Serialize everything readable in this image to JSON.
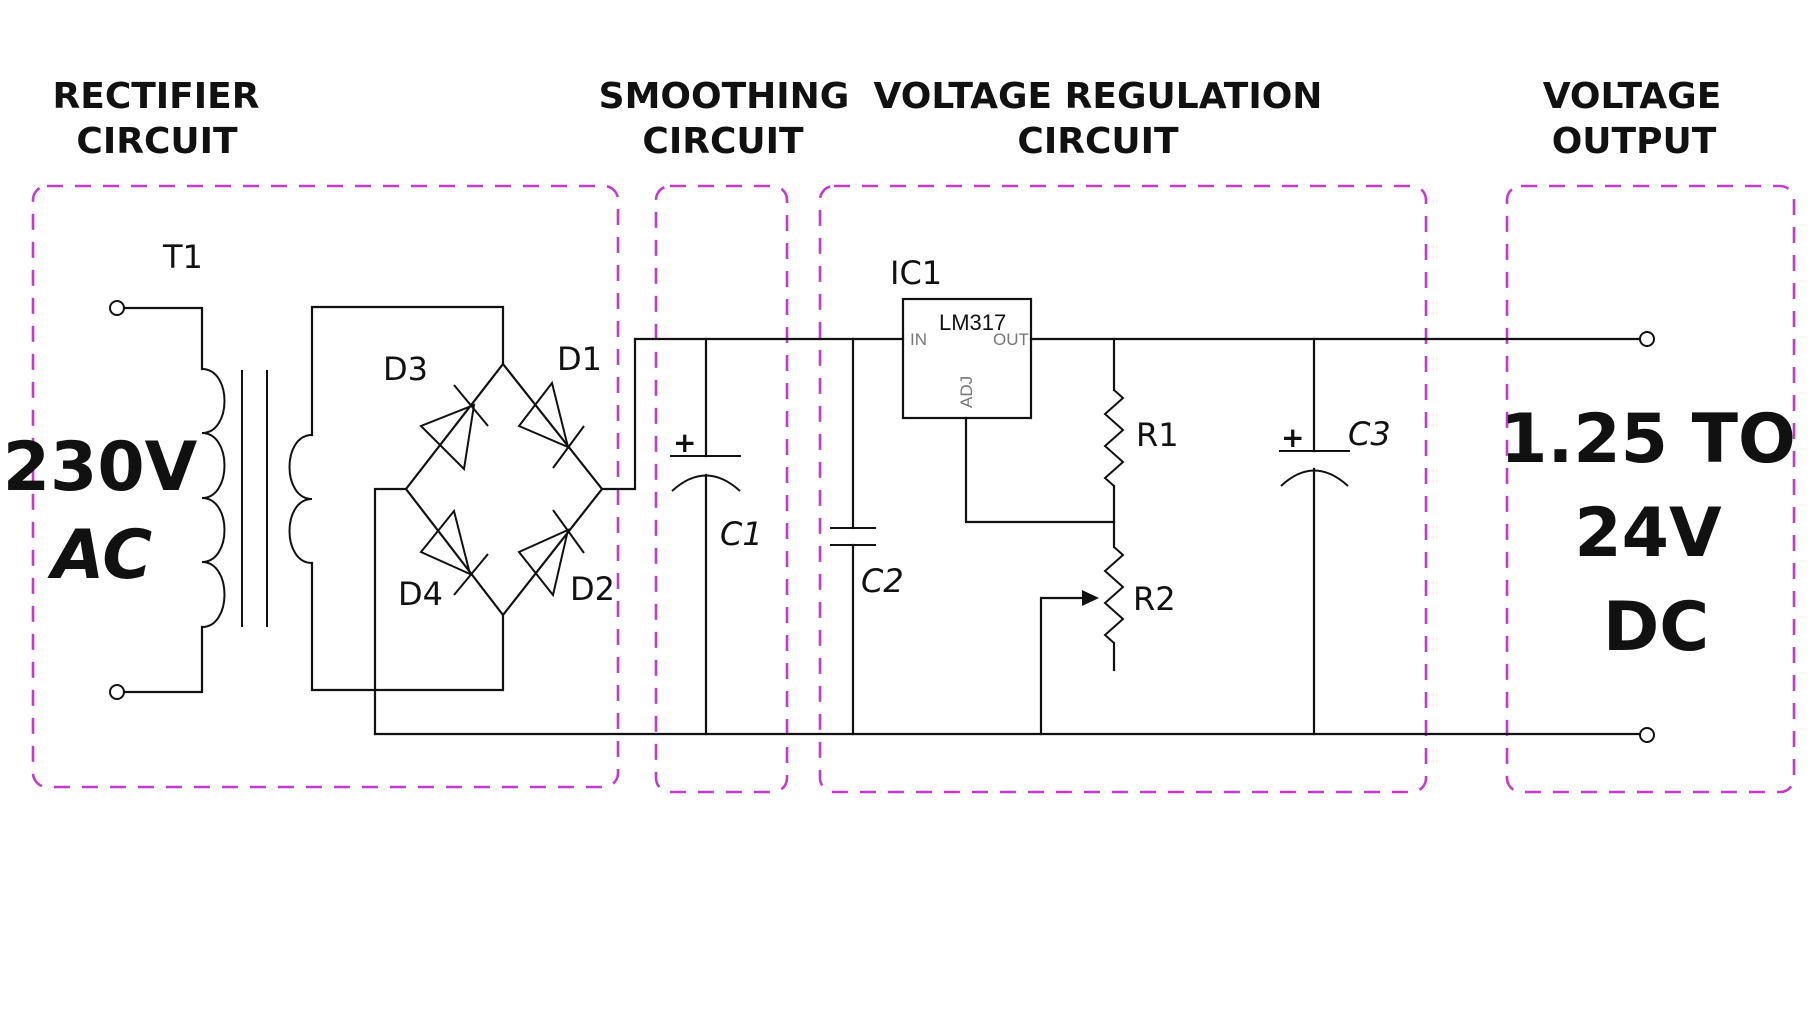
{
  "diagram": {
    "title": "LM317 Variable Power Supply Schematic",
    "colors": {
      "wire": "#111111",
      "section_border": "#c23ccc",
      "pin_label": "#777777",
      "background": "#ffffff"
    },
    "sections": [
      {
        "id": "rectifier",
        "line1": "RECTIFIER",
        "line2": "CIRCUIT"
      },
      {
        "id": "smoothing",
        "line1": "SMOOTHING",
        "line2": "CIRCUIT"
      },
      {
        "id": "regulation",
        "line1": "VOLTAGE REGULATION",
        "line2": "CIRCUIT"
      },
      {
        "id": "output",
        "line1": "VOLTAGE",
        "line2": "OUTPUT"
      }
    ],
    "input": {
      "line1": "230V",
      "line2": "AC"
    },
    "output": {
      "line1": "1.25 TO",
      "line2": "24V",
      "line3": "DC"
    },
    "components": {
      "transformer": {
        "ref": "T1",
        "type": "transformer"
      },
      "diodes": [
        {
          "ref": "D1",
          "type": "diode"
        },
        {
          "ref": "D2",
          "type": "diode"
        },
        {
          "ref": "D3",
          "type": "diode"
        },
        {
          "ref": "D4",
          "type": "diode"
        }
      ],
      "c1": {
        "ref": "C1",
        "type": "electrolytic capacitor",
        "polarity": "+"
      },
      "c2": {
        "ref": "C2",
        "type": "capacitor"
      },
      "c3": {
        "ref": "C3",
        "type": "electrolytic capacitor",
        "polarity": "+"
      },
      "ic": {
        "ref": "IC1",
        "part": "LM317",
        "pins": {
          "in": "IN",
          "out": "OUT",
          "adj": "ADJ"
        }
      },
      "r1": {
        "ref": "R1",
        "type": "resistor"
      },
      "r2": {
        "ref": "R2",
        "type": "potentiometer"
      }
    }
  }
}
